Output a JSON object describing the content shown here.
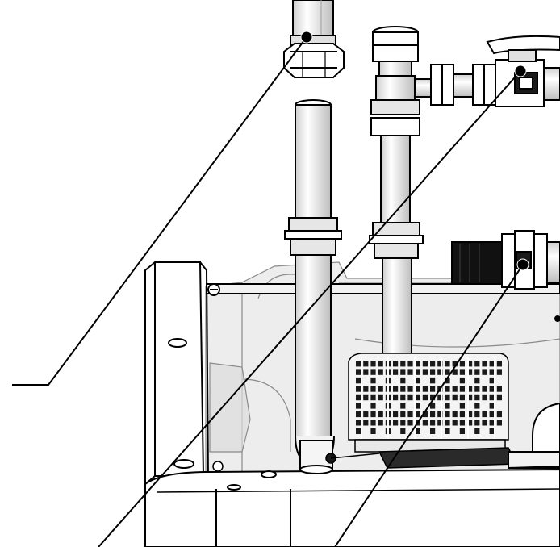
{
  "diagram": {
    "subject": "boiler-pipe-connections-cutaway",
    "callouts": [
      {
        "id": "callout-1",
        "target": "gas-pipe-nut-fitting"
      },
      {
        "id": "callout-2",
        "target": "ball-valve"
      },
      {
        "id": "callout-3",
        "target": "lower-valve-fitting"
      }
    ],
    "colors": {
      "stroke": "#000000",
      "pipe": "#f2f2f2",
      "pipe_shade": "#d6d6d6",
      "housing": "#e4e4e4",
      "terminal": "#1a1a1a",
      "background": "#ffffff"
    }
  }
}
